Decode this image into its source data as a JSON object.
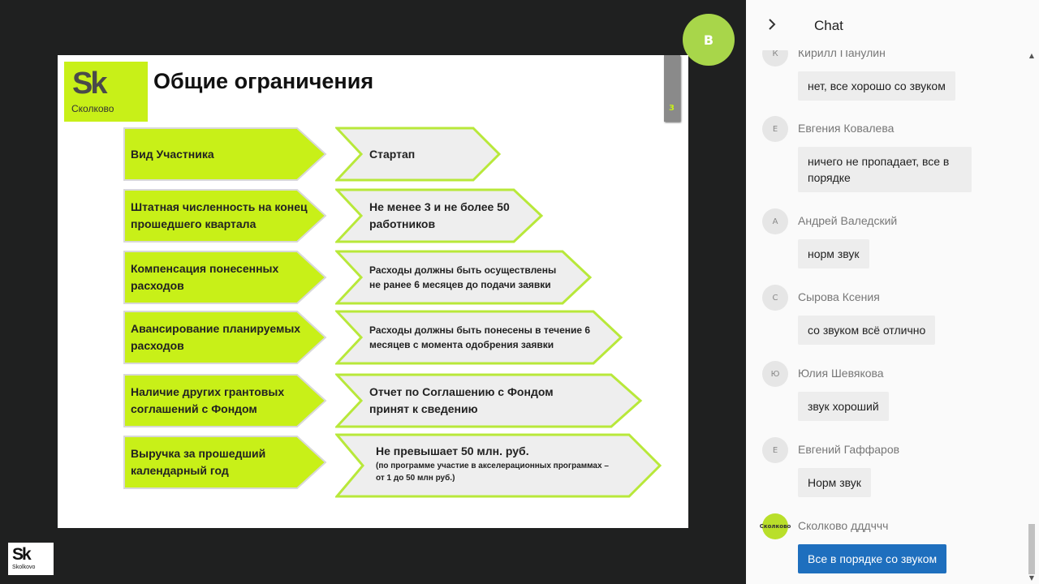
{
  "presenter": {
    "avatar_letter": "B"
  },
  "slide": {
    "logo_big": "Sk",
    "logo_small": "Сколково",
    "title": "Общие ограничения",
    "page_number": "3",
    "rows": [
      {
        "label": "Вид Участника",
        "value": "Стартап"
      },
      {
        "label": "Штатная численность на конец прошедшего квартала",
        "value": "Не менее 3 и не более 50 работников"
      },
      {
        "label": "Компенсация понесенных расходов",
        "value": "Расходы должны быть осуществлены не ранее 6 месяцев до подачи заявки"
      },
      {
        "label": "Авансирование планируемых расходов",
        "value": "Расходы должны быть понесены в течение 6 месяцев с момента одобрения заявки"
      },
      {
        "label": "Наличие других грантовых соглашений с Фондом",
        "value": "Отчет по Соглашению с Фондом принят к сведению"
      },
      {
        "label": "Выручка за прошедший календарный год",
        "value": "Не превышает 50 млн. руб.",
        "note": "(по программе участие в акселерационных программах – от 1 до 50 млн руб.)"
      }
    ],
    "colors": {
      "label_fill": "#c8f018",
      "value_fill": "#eeeeee",
      "value_border": "#b8e83a"
    }
  },
  "corner_logo": {
    "big": "Sk",
    "small": "Skolkovo"
  },
  "chat": {
    "title": "Chat",
    "messages": [
      {
        "initial": "К",
        "name": "Кирилл Панулин",
        "text": "нет, все хорошо со звуком"
      },
      {
        "initial": "Е",
        "name": "Евгения Ковалева",
        "text": "ничего не пропадает, все в порядке"
      },
      {
        "initial": "А",
        "name": "Андрей Валедский",
        "text": "норм звук"
      },
      {
        "initial": "С",
        "name": "Сырова Ксения",
        "text": "со звуком всё отлично"
      },
      {
        "initial": "Ю",
        "name": "Юлия Шевякова",
        "text": "звук хороший"
      },
      {
        "initial": "Е",
        "name": "Евгений Гаффаров",
        "text": "Норм звук"
      },
      {
        "initial": "Сколково",
        "name": "Сколково дддччч",
        "text": "Все в порядке со звуком",
        "own": true
      }
    ]
  }
}
